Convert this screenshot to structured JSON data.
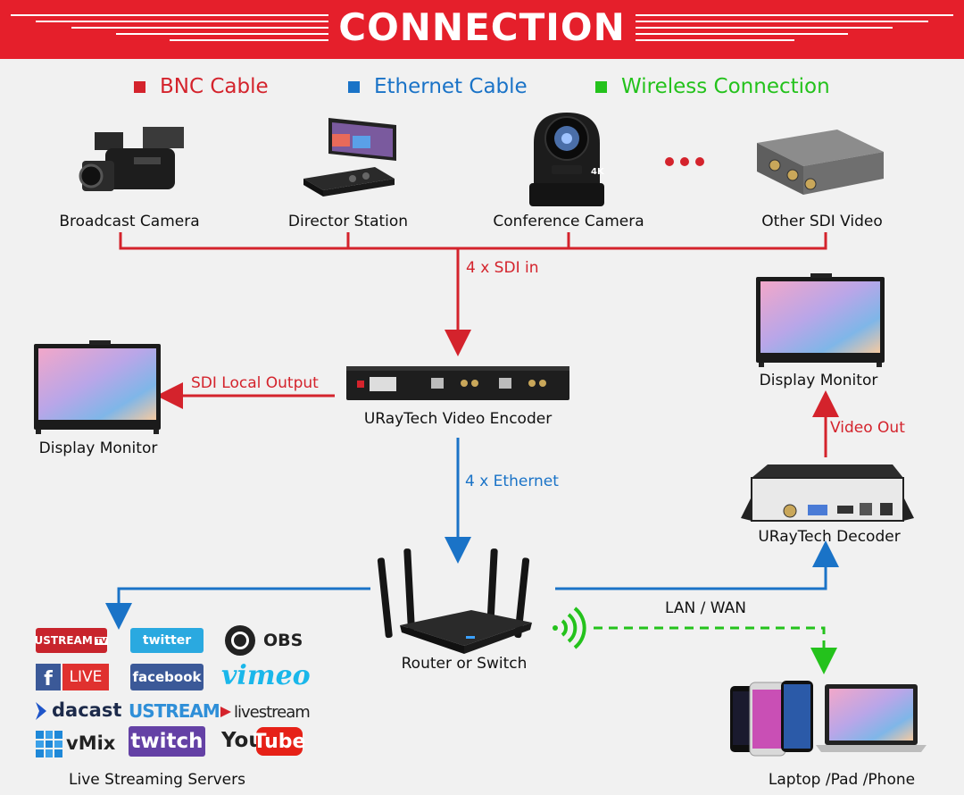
{
  "header": {
    "title": "CONNECTION"
  },
  "legend": [
    {
      "label": "BNC Cable",
      "color": "#d4232c"
    },
    {
      "label": "Ethernet Cable",
      "color": "#1a73c7"
    },
    {
      "label": "Wireless Connection",
      "color": "#24c21c"
    }
  ],
  "sources": {
    "broadcast_camera": "Broadcast Camera",
    "director_station": "Director Station",
    "conference_camera": "Conference Camera",
    "other_sdi": "Other SDI Video",
    "device_4k_badge": "4K"
  },
  "nodes": {
    "encoder": "URayTech Video Encoder",
    "monitor_left": "Display Monitor",
    "monitor_right": "Display Monitor",
    "decoder": "URayTech Decoder",
    "router": "Router or Switch",
    "streaming": "Live Streaming Servers",
    "clients": "Laptop /Pad /Phone"
  },
  "edges": {
    "sdi_in": "4 x SDI in",
    "sdi_local": "SDI Local Output",
    "ethernet": "4 x Ethernet",
    "video_out": "Video Out",
    "lan_wan": "LAN / WAN"
  },
  "platforms": {
    "ustream_tv": "USTREAM",
    "ustream_tv_suffix": "TV",
    "twitter": "twitter",
    "obs": "OBS",
    "facebook_live_f": "f",
    "facebook_live": "LIVE",
    "facebook": "facebook",
    "vimeo": "vimeo",
    "dacast": "dacast",
    "ustream": "USTREAM",
    "livestream": "livestream",
    "vmix": "vMix",
    "twitch": "twitch",
    "youtube_you": "You",
    "youtube_tube": "Tube"
  }
}
